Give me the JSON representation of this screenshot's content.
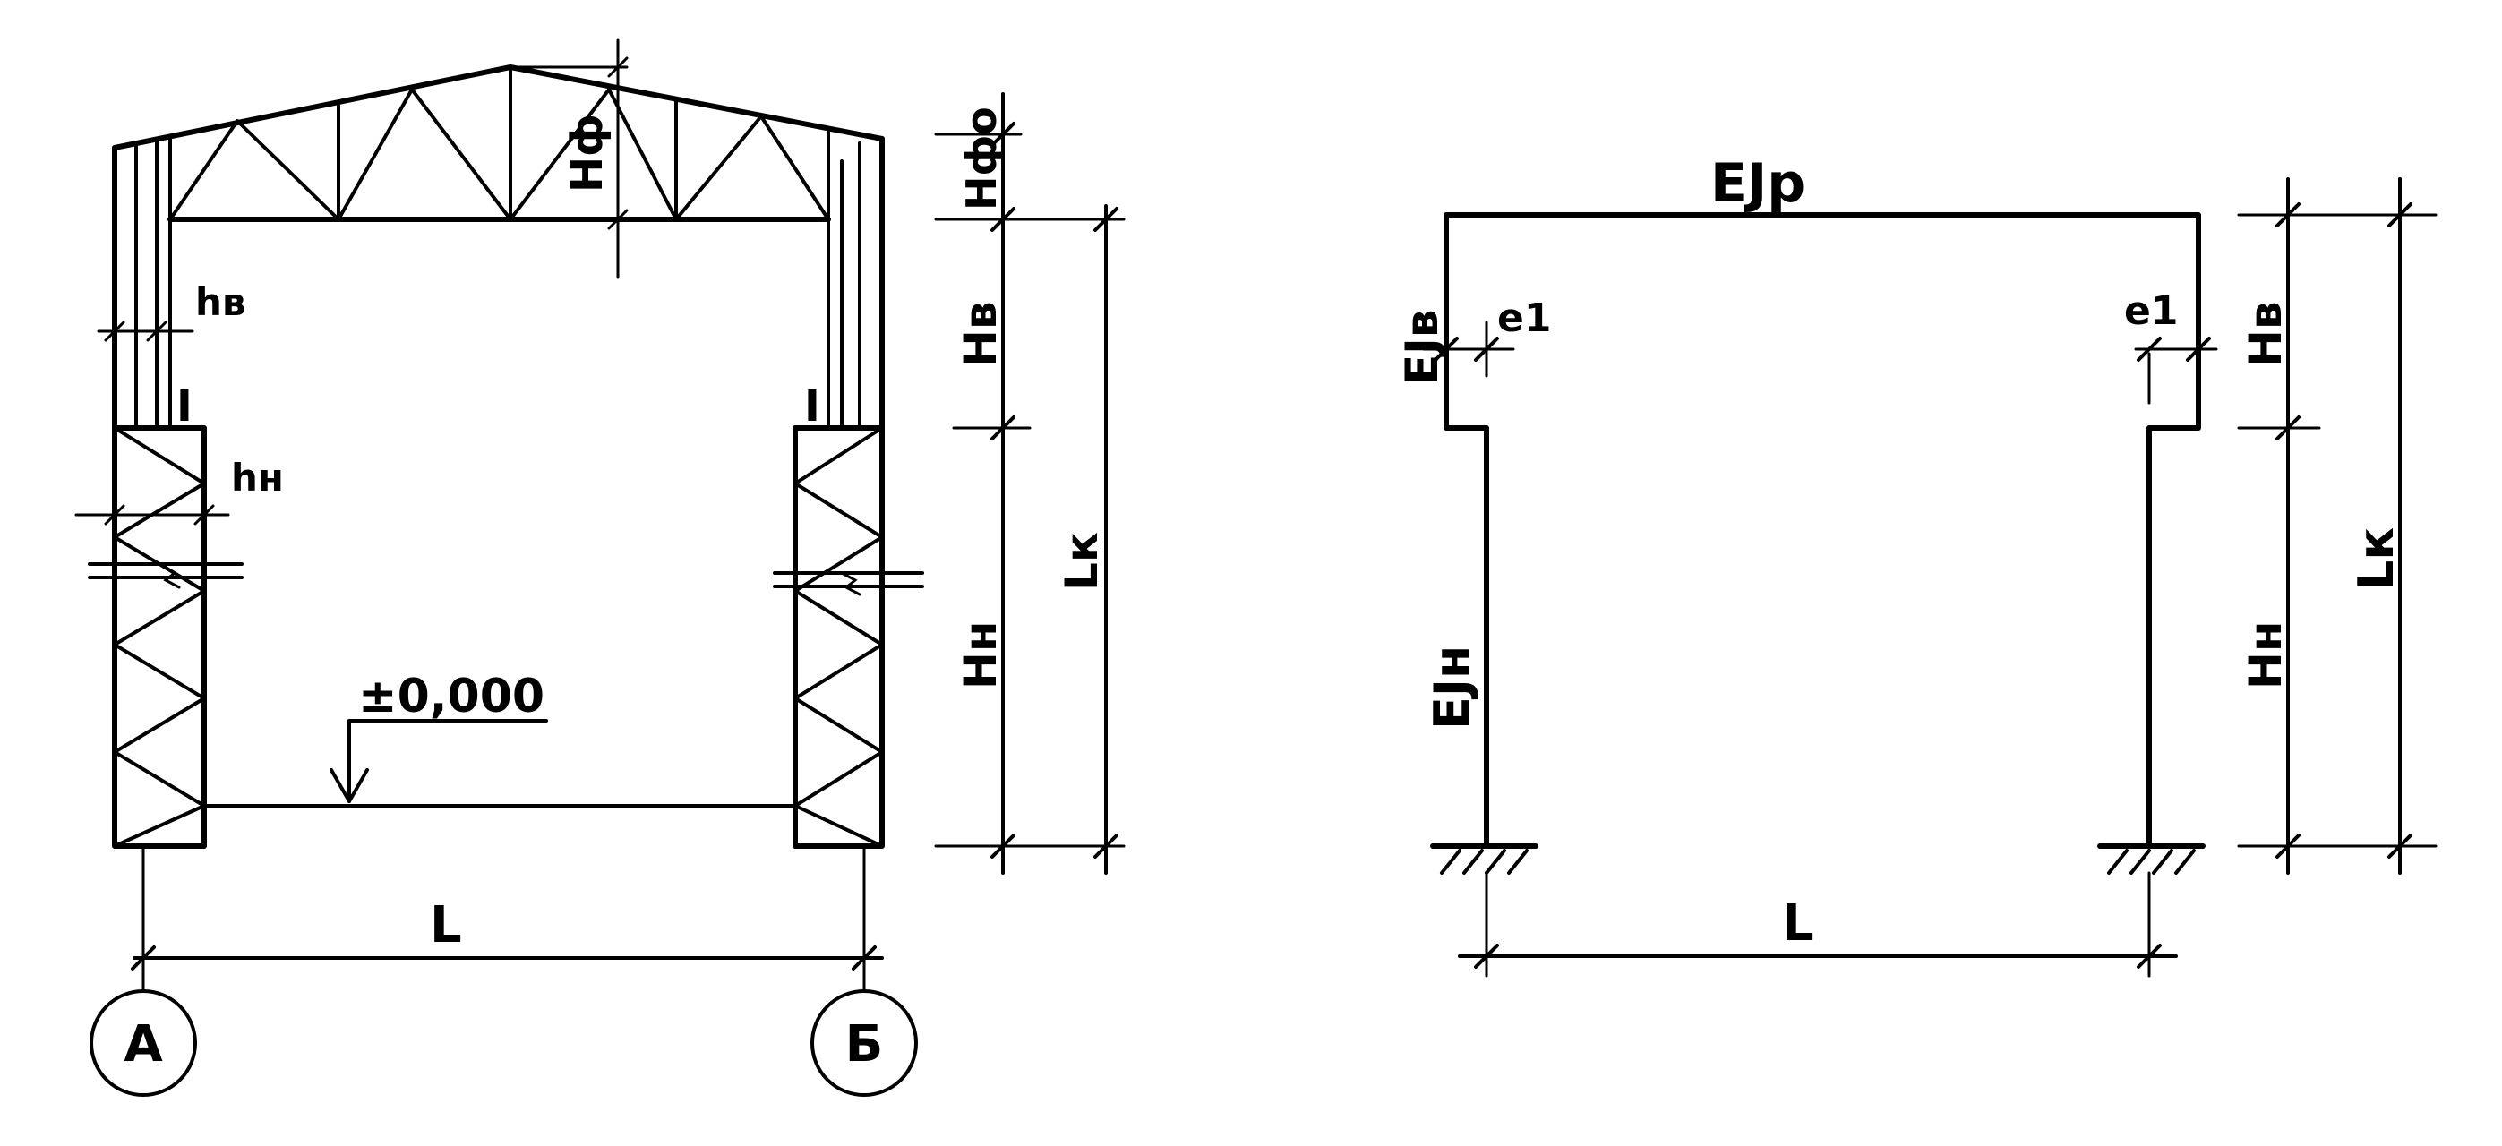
{
  "left_drawing": {
    "labels": {
      "h_frame_top": "Hфо",
      "h_truss": "Hф",
      "h_upper_col": "Hв",
      "h_lower_col": "Hн",
      "h_column_total": "Lк",
      "upper_col_width": "hв",
      "lower_col_width": "hн",
      "section_mark": "I",
      "level_mark": "±0,000",
      "span": "L"
    },
    "axes": {
      "left": "А",
      "right": "Б"
    }
  },
  "right_drawing": {
    "labels": {
      "ej_beam": "EJр",
      "ej_upper": "EJв",
      "ej_lower": "EJн",
      "eccentricity_left": "e1",
      "eccentricity_right": "e1",
      "h_upper": "Hв",
      "h_lower": "Hн",
      "h_total": "Lк",
      "span": "L"
    }
  }
}
